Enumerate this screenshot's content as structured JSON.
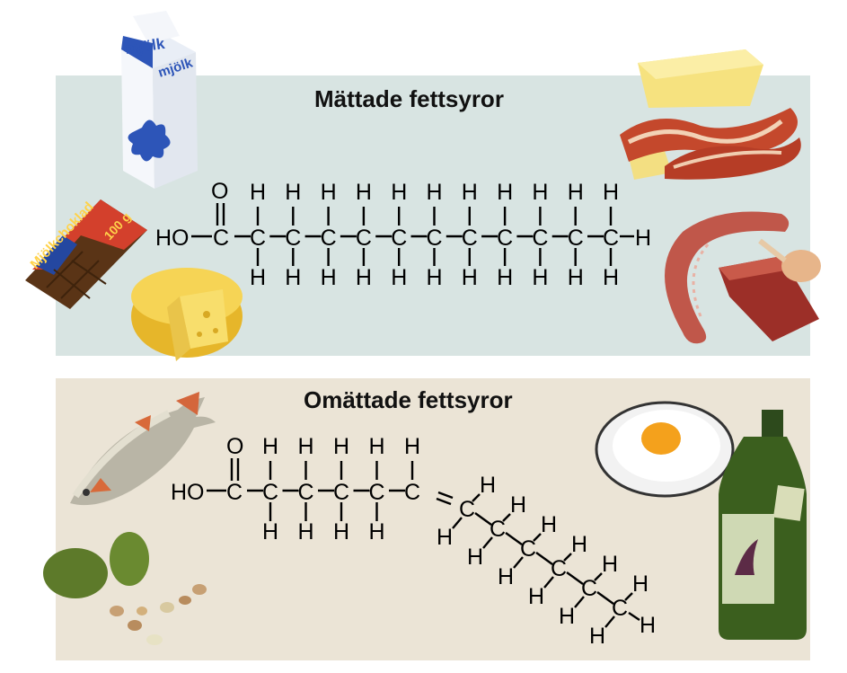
{
  "colors": {
    "saturated_panel": "#d8e4e2",
    "unsaturated_panel": "#ebe4d6"
  },
  "saturated": {
    "heading": "Mättade fettsyror",
    "head_group": "HO",
    "atom_C": "C",
    "atom_O": "O",
    "atom_H": "H",
    "tail_H": "H",
    "foods": {
      "milk_label": "mjölk",
      "chocolate_label": "Mjölkchoklad",
      "chocolate_weight": "100 g"
    }
  },
  "unsaturated": {
    "heading": "Omättade fettsyror",
    "head_group": "HO",
    "atom_C": "C",
    "atom_O": "O",
    "atom_H": "H"
  },
  "icons": {
    "milk": "milk-carton-icon",
    "chocolate": "chocolate-bar-icon",
    "cheese": "cheese-icon",
    "butter_bacon": "butter-bacon-icon",
    "meat": "sausage-meat-icon",
    "fish": "fish-icon",
    "avocado_nuts": "avocado-nuts-icon",
    "egg": "fried-egg-icon",
    "olive_oil": "olive-oil-bottle-icon"
  }
}
